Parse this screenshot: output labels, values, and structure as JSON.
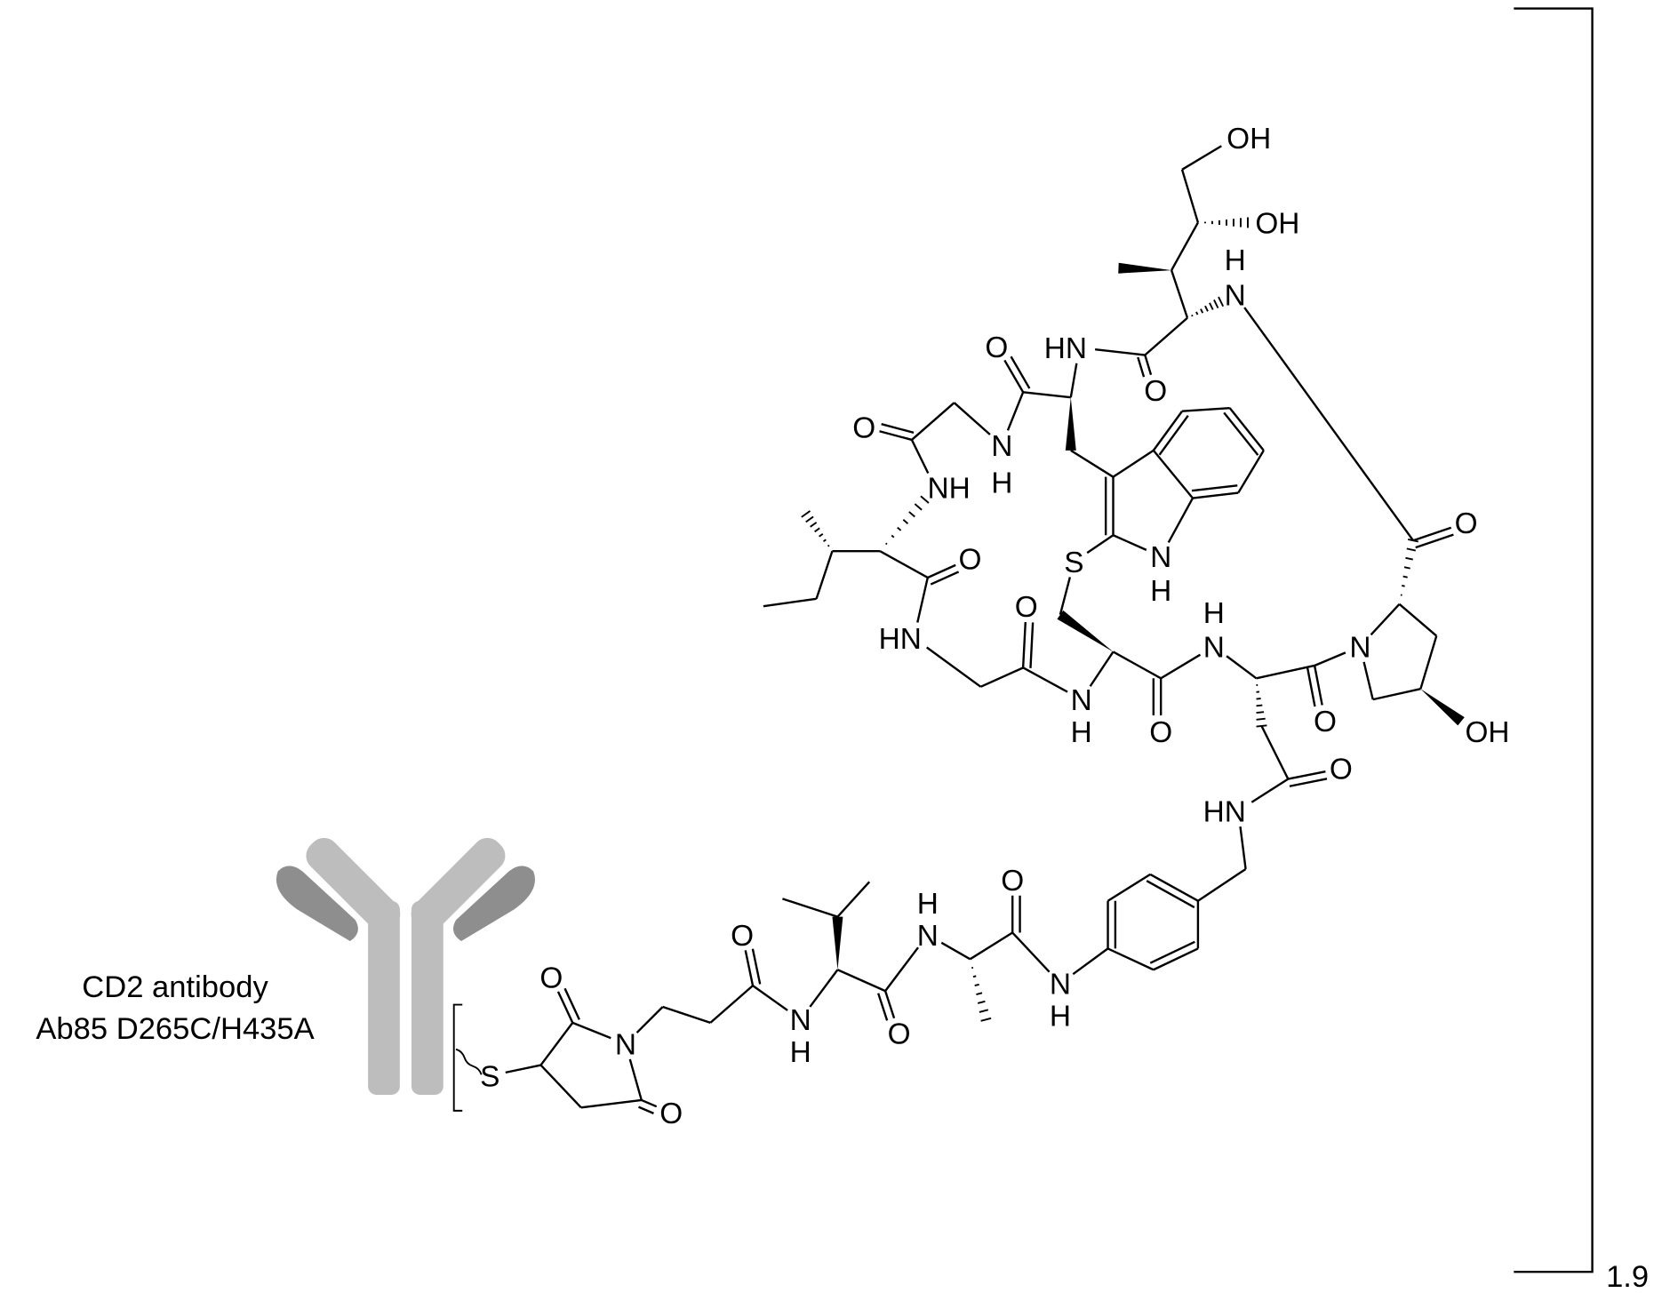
{
  "antibody": {
    "name_line1": "CD2 antibody",
    "name_line2": "Ab85 D265C/H435A",
    "light_color": "#bdbdbd",
    "dark_color": "#8e8e8e"
  },
  "drug_antibody_ratio": "1.9",
  "atom_labels": {
    "S1": "S",
    "O1": "O",
    "N1": "N",
    "O2": "O",
    "O3": "O",
    "N2": "N",
    "H2": "H",
    "O4": "O",
    "N3": "N",
    "H3": "H",
    "O5": "O",
    "N4": "N",
    "H4": "H",
    "N5": "HN",
    "O6": "O",
    "O7": "O",
    "N6": "N",
    "O8": "OH",
    "O9": "O",
    "N7": "N",
    "H7": "H",
    "O10": "O",
    "N8": "HN",
    "O11": "OH",
    "O12": "OH",
    "O13": "O",
    "iN": "N",
    "iH": "H",
    "S2": "S",
    "O14": "O",
    "N9": "N",
    "H9": "H",
    "N10": "N",
    "H10": "H",
    "O15": "O",
    "N11": "HN",
    "O16": "O",
    "N12": "NH",
    "O17": "O",
    "N13": "N",
    "H13": "H"
  }
}
